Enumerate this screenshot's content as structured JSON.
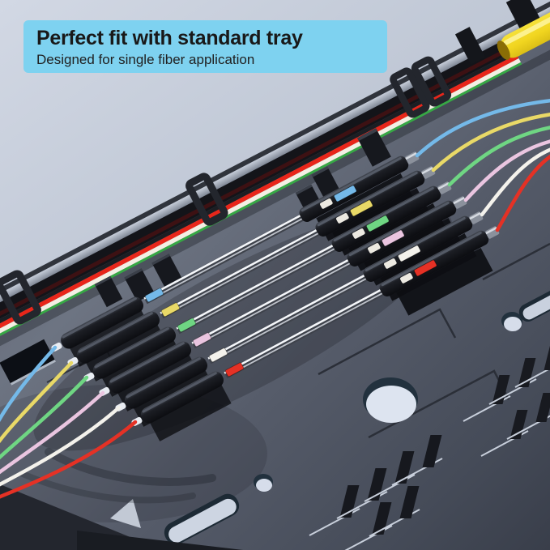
{
  "banner": {
    "title": "Perfect fit with standard tray",
    "subtitle": "Designed for single fiber application",
    "background_color": "#7ed2f0",
    "text_color": "#191919"
  },
  "scene": {
    "description": "Six fiber-optic splice protection sleeves seated in a black splice tray, colored pigtail fibers fanning in from the right and exiting lower left, yellow buffer tube entering at top right",
    "background_gradient_top": "#d0d7e3",
    "background_gradient_bottom": "#aab4c4",
    "tray_color": "#535965",
    "buffer_tube_color": "#f2d823",
    "steel_rod_color": "#f4f6f9",
    "sleeve_count": 6,
    "rail_fibers": [
      {
        "name": "red",
        "color": "#e8261a"
      },
      {
        "name": "white",
        "color": "#f3efe4"
      },
      {
        "name": "green",
        "color": "#37a845"
      }
    ],
    "pigtail_fibers": [
      {
        "name": "blue",
        "color": "#74b9e9"
      },
      {
        "name": "yellow",
        "color": "#e9d967"
      },
      {
        "name": "green",
        "color": "#6fd683"
      },
      {
        "name": "pink",
        "color": "#eac5e0"
      },
      {
        "name": "white",
        "color": "#f4f2ec"
      },
      {
        "name": "red",
        "color": "#e53125"
      }
    ]
  }
}
